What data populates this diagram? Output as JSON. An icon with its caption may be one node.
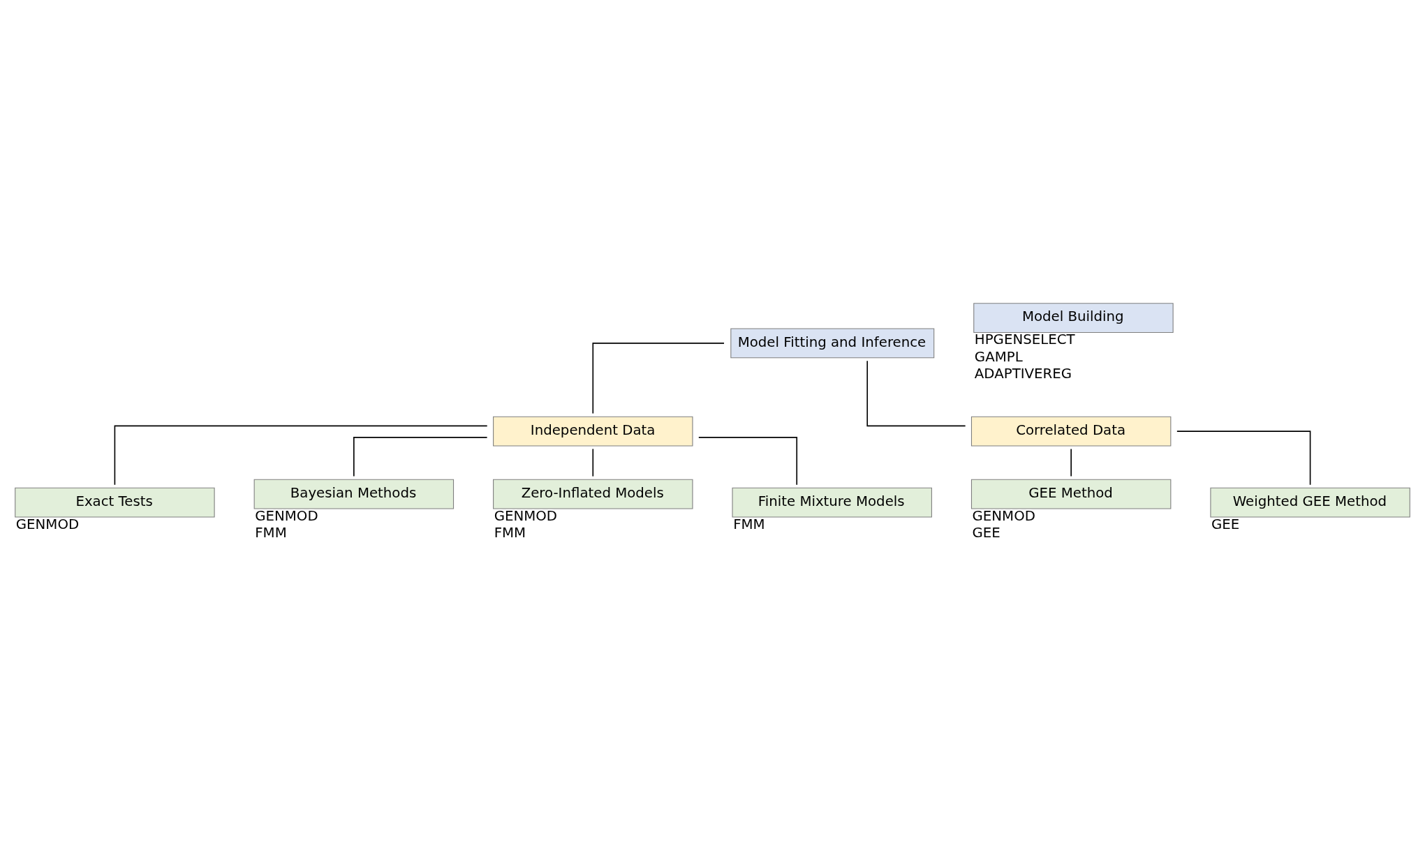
{
  "diagram": {
    "nodes": [
      {
        "text": [
          "Model Fitting and Inference"
        ]
      },
      {
        "text": [
          "Model Building"
        ],
        "beside": [
          "HPGENSELECT",
          "GAMPL",
          "ADAPTIVEREG"
        ]
      },
      {
        "text": [
          "Independent Data"
        ]
      },
      {
        "text": [
          "Correlated Data"
        ]
      },
      {
        "text": [
          "Exact Tests"
        ],
        "beside": [
          "GENMOD"
        ]
      },
      {
        "text": [
          "Bayesian Methods"
        ],
        "beside": [
          "GENMOD",
          "FMM"
        ]
      },
      {
        "text": [
          "Zero-Inflated Models"
        ],
        "beside": [
          "GENMOD",
          "FMM"
        ]
      },
      {
        "text": [
          "Finite Mixture Models"
        ],
        "beside": [
          "FMM"
        ]
      },
      {
        "text": [
          "GEE Method"
        ],
        "beside": [
          "GENMOD",
          "GEE"
        ]
      },
      {
        "text": [
          "Weighted GEE Method"
        ],
        "beside": [
          "GEE"
        ]
      }
    ],
    "edges": [
      {
        "from": 0,
        "to": 2,
        "arrow": "none"
      },
      {
        "from": 0,
        "to": 3,
        "arrow": "none"
      },
      {
        "from": 2,
        "to": 4,
        "arrow": "none"
      },
      {
        "from": 2,
        "to": 5,
        "arrow": "none"
      },
      {
        "from": 2,
        "to": 6,
        "arrow": "none"
      },
      {
        "from": 2,
        "to": 7,
        "arrow": "none"
      },
      {
        "from": 3,
        "to": 8,
        "arrow": "none"
      },
      {
        "from": 3,
        "to": 9,
        "arrow": "none"
      }
    ]
  }
}
